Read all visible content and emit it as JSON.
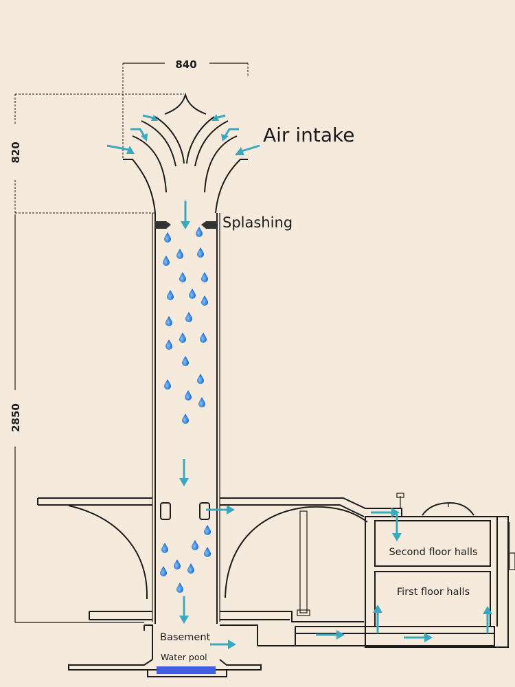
{
  "dimensions": {
    "top_width": "840",
    "intake_height": "820",
    "shaft_height": "2850"
  },
  "labels": {
    "air_intake": "Air intake",
    "splashing": "Splashing",
    "second_floor": "Second floor halls",
    "first_floor": "First floor halls",
    "basement": "Basement",
    "water_pool": "Water pool"
  },
  "colors": {
    "background": "#f6eadd",
    "arrow": "#3aa9bd",
    "drop": "#2a7fd4",
    "pool": "#3f5fe0"
  },
  "icons": [
    "water-drop-icon",
    "flow-arrow-icon",
    "nozzle-icon"
  ]
}
